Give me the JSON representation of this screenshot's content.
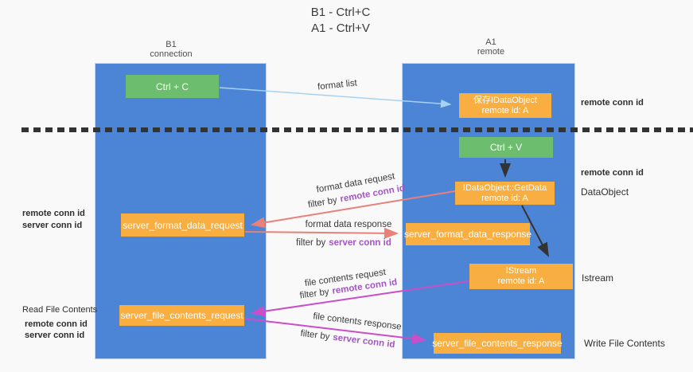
{
  "title": {
    "line1": "B1 - Ctrl+C",
    "line2": "A1 - Ctrl+V"
  },
  "columns": {
    "left": {
      "name": "B1",
      "role": "connection"
    },
    "right": {
      "name": "A1",
      "role": "remote"
    }
  },
  "nodes": {
    "ctrl_c": {
      "label": "Ctrl + C"
    },
    "ctrl_v": {
      "label": "Ctrl + V"
    },
    "save_idataobject": {
      "line1": "保存IDataObject",
      "line2": "remote id: A"
    },
    "idataobject_getdata": {
      "line1": "IDataObject::GetData",
      "line2": "remote id: A"
    },
    "istream": {
      "line1": "IStream",
      "line2": "remote id: A"
    },
    "server_format_data_request": {
      "label": "server_format_data_request"
    },
    "server_format_data_response": {
      "label": "server_format_data_response"
    },
    "server_file_contents_request": {
      "label": "server_file_contents_request"
    },
    "server_file_contents_response": {
      "label": "server_file_contents_response"
    }
  },
  "arrow_labels": {
    "format_list": "format list",
    "format_data_request": "format data request",
    "format_data_response": "format data response",
    "file_contents_request": "file contents request",
    "file_contents_response": "file contents response",
    "filter_by": "filter by"
  },
  "ids": {
    "remote_conn_id": "remote conn id",
    "server_conn_id": "server conn id"
  },
  "side_labels": {
    "read_file_contents": "Read File Contents",
    "dataobject": "DataObject",
    "istream": "Istream",
    "write_file_contents": "Write File Contents"
  },
  "colors": {
    "background": "#f9f9f9",
    "column_blue": "#4d85d6",
    "node_green": "#6cbd6e",
    "node_orange": "#f9ae42",
    "arrow_light_blue": "#a8d2f2",
    "arrow_salmon": "#e98079",
    "arrow_magenta": "#c94ec8",
    "arrow_black": "#333333",
    "text_purple": "#a356c4",
    "text_green": "#6cbd70",
    "dashed_line": "#333333"
  }
}
